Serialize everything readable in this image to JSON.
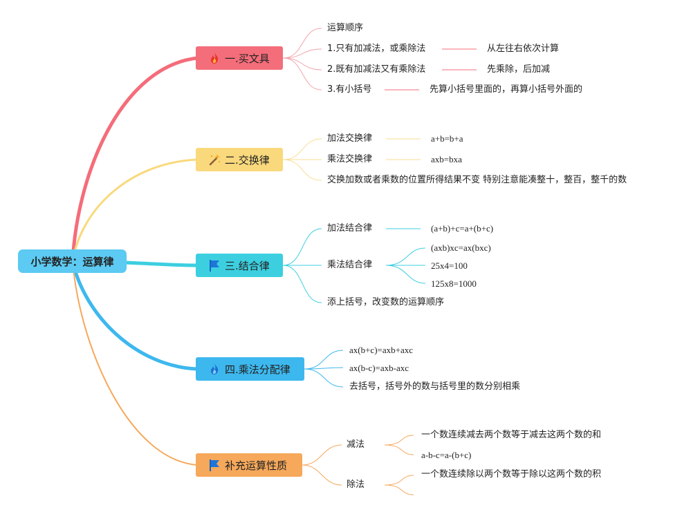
{
  "root": {
    "label": "小学数学：运算律"
  },
  "branches": [
    {
      "label": "一.买文具",
      "icon": "fire-icon",
      "color": "#f46d7a",
      "items": [
        {
          "text": "运算顺序"
        },
        {
          "text": "1.只有加减法，或乘除法",
          "note": "从左往右依次计算"
        },
        {
          "text": "2.既有加减法又有乘除法",
          "note": "先乘除，后加减"
        },
        {
          "text": "3.有小括号",
          "note": "先算小括号里面的，再算小括号外面的"
        }
      ]
    },
    {
      "label": "二.交换律",
      "icon": "magic-wand-icon",
      "color": "#f9d97c",
      "items": [
        {
          "text": "加法交换律",
          "note": "a+b=b+a"
        },
        {
          "text": "乘法交换律",
          "note": "axb=bxa"
        },
        {
          "text": "交换加数或者乘数的位置所得结果不变 特别注意能凑整十，整百，整千的数"
        }
      ]
    },
    {
      "label": "三.结合律",
      "icon": "flag-icon",
      "color": "#3ccfe0",
      "items": [
        {
          "text": "加法结合律",
          "note": "(a+b)+c=a+(b+c)"
        },
        {
          "text": "乘法结合律",
          "subs": [
            "(axb)xc=ax(bxc)",
            "25x4=100",
            "125x8=1000"
          ]
        },
        {
          "text": "添上括号，改变数的运算顺序"
        }
      ]
    },
    {
      "label": "四.乘法分配律",
      "icon": "fire-icon",
      "color": "#3db8ee",
      "items": [
        {
          "text": "ax(b+c)=axb+axc"
        },
        {
          "text": "ax(b-c)=axb-axc"
        },
        {
          "text": "去括号，括号外的数与括号里的数分别相乘"
        }
      ]
    },
    {
      "label": "补充运算性质",
      "icon": "flag-icon",
      "color": "#f6a85b",
      "items": [
        {
          "text": "减法",
          "subs": [
            "一个数连续减去两个数等于减去这两个数的和",
            "a-b-c=a-(b+c)"
          ]
        },
        {
          "text": "除法",
          "subs": [
            "一个数连续除以两个数等于除以这两个数的积",
            ""
          ]
        }
      ]
    }
  ]
}
